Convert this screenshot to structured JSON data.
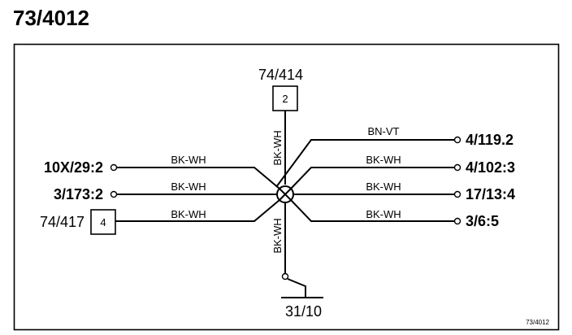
{
  "diagram_id": "73/4012",
  "footer_id": "73/4012",
  "top_component": {
    "ref": "74/414",
    "pin": "2"
  },
  "left_component": {
    "ref": "74/417",
    "pin": "4"
  },
  "ground": {
    "ref": "31/10"
  },
  "wires": {
    "up": {
      "color": "BK-WH"
    },
    "down": {
      "color": "BK-WH"
    },
    "left_1": {
      "color": "BK-WH",
      "connector": "10X/29:2"
    },
    "left_2": {
      "color": "BK-WH",
      "connector": "3/173:2"
    },
    "left_3": {
      "color": "BK-WH"
    },
    "right_1": {
      "color": "BN-VT",
      "connector": "4/119.2"
    },
    "right_2": {
      "color": "BK-WH",
      "connector": "4/102:3"
    },
    "right_3": {
      "color": "BK-WH",
      "connector": "17/13:4"
    },
    "right_4": {
      "color": "BK-WH",
      "connector": "3/6:5"
    }
  }
}
